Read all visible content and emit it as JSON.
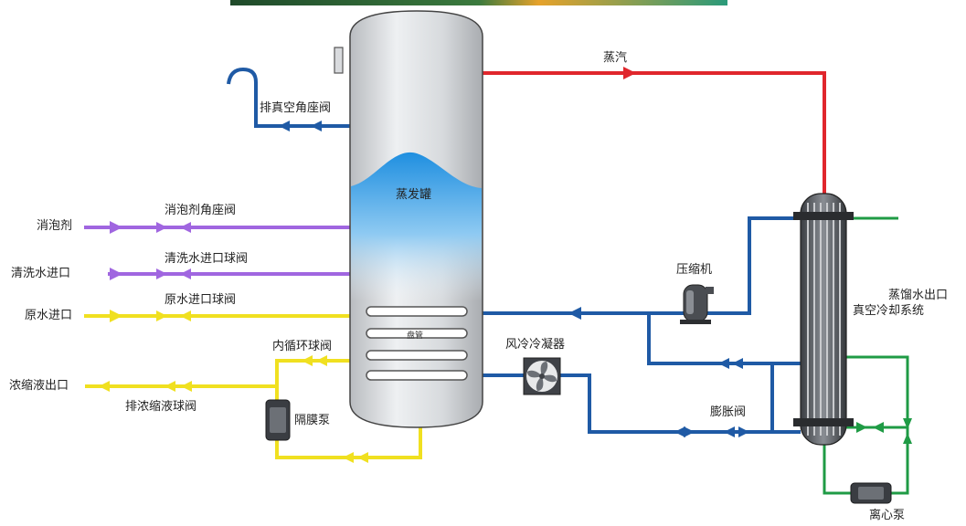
{
  "labels": {
    "steam": "蒸汽",
    "exhaust_valve": "排真空角座阀",
    "evaporator": "蒸发罐",
    "coil": "盘管",
    "defoamer_in": "消泡剂",
    "defoamer_valve": "消泡剂角座阀",
    "wash_in": "清洗水进口",
    "wash_valve": "清洗水进口球阀",
    "raw_in": "原水进口",
    "raw_valve": "原水进口球阀",
    "circ_valve": "内循环球阀",
    "air_condenser": "风冷冷凝器",
    "concentrate_out": "浓缩液出口",
    "concentrate_valve": "排浓缩液球阀",
    "diaphragm_pump": "隔膜泵",
    "compressor": "压缩机",
    "distilled_out": "蒸馏水出口",
    "vacuum_cooling": "真空冷却系统",
    "expansion_valve": "膨胀阀",
    "centrifugal_pump": "离心泵"
  },
  "colors": {
    "steam": "#e0262c",
    "refrigerant": "#1f5aa5",
    "defoamer": "#a066e0",
    "feed": "#f0e020",
    "cooling": "#1f9b45",
    "tank_water": "#3fa3e6"
  }
}
